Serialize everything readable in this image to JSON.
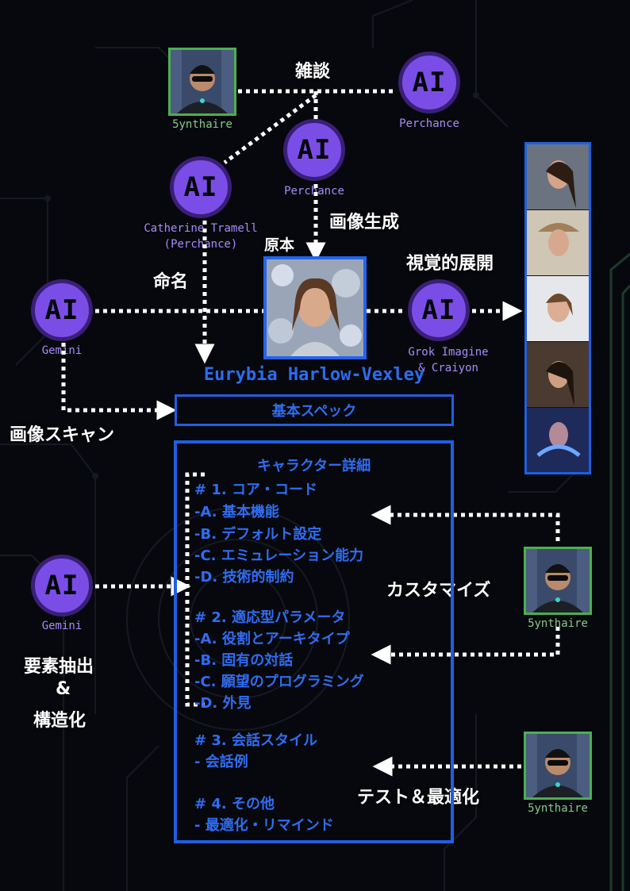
{
  "nodes": {
    "perchance_top": {
      "label": "AI",
      "caption": "Perchance"
    },
    "perchance_mid": {
      "label": "AI",
      "caption": "Perchance"
    },
    "catherine": {
      "label": "AI",
      "caption_line1": "Catherine Tramell",
      "caption_line2": "(Perchance)"
    },
    "gemini_top": {
      "label": "AI",
      "caption": "Gemini"
    },
    "grok": {
      "label": "AI",
      "caption_line1": "Grok Imagine",
      "caption_line2": "& Craiyon"
    },
    "gemini_bottom": {
      "label": "AI",
      "caption": "Gemini"
    }
  },
  "users": {
    "top": {
      "caption": "5ynthaire"
    },
    "mid": {
      "caption": "5ynthaire"
    },
    "bottom": {
      "caption": "5ynthaire"
    }
  },
  "labels": {
    "chat": "雑談",
    "image_gen": "画像生成",
    "original": "原本",
    "visual": "視覚的展開",
    "naming": "命名",
    "scan": "画像スキャン",
    "customize": "カスタマイズ",
    "extract_1": "要素抽出",
    "extract_2": "&",
    "extract_3": "構造化",
    "test": "テスト＆最適化"
  },
  "character_name": "Eurybia Harlow-Vexley",
  "spec_box": {
    "title": "基本スペック"
  },
  "detail_box": {
    "title": "キャラクター詳細",
    "lines": [
      "# 1. コア・コード",
      "-A. 基本機能",
      "-B. デフォルト設定",
      "-C. エミュレーション能力",
      "-D. 技術的制約",
      "# 2. 適応型パラメータ",
      "-A. 役割とアーキタイプ",
      "-B. 固有の対話",
      "-C. 願望のプログラミング",
      "-D. 外見",
      "# 3. 会話スタイル",
      "-  会話例",
      "# 4. その他",
      "-  最適化・リマインド"
    ]
  },
  "colors": {
    "ai_node": "#7a4ee6",
    "ai_node_ring": "#3a1f78",
    "caption": "#a78bfa",
    "box_border": "#1f5fe0",
    "box_text": "#2f6df2",
    "avatar_border": "#4caf50",
    "circuit": "#1e3a2a",
    "connector": "#ffffff"
  },
  "icons": [
    "user-avatar-icon",
    "portrait-image",
    "dotted-arrow-icon"
  ]
}
